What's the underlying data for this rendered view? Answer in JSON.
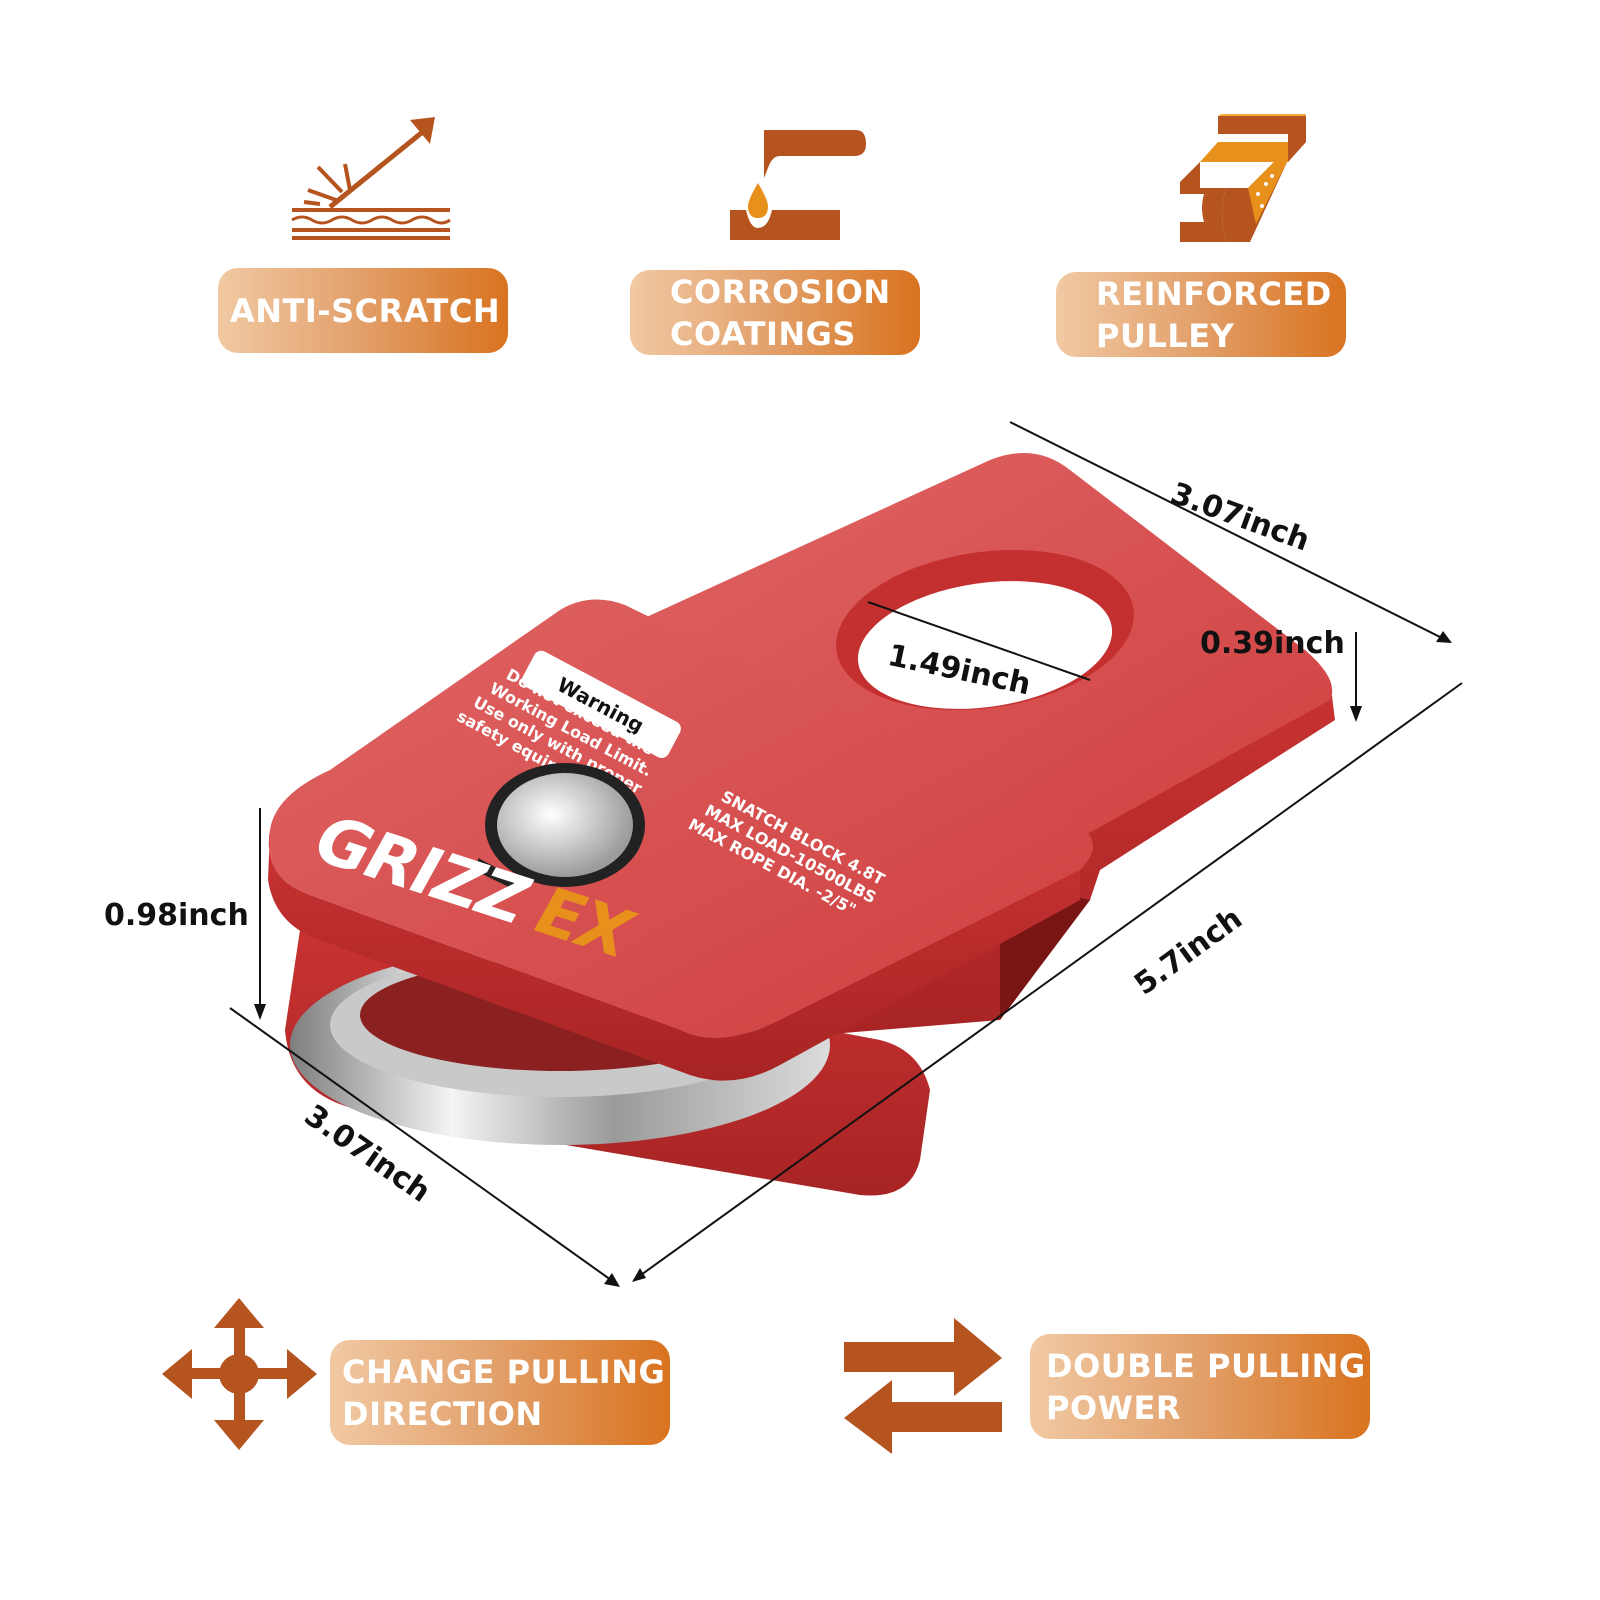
{
  "features_top": [
    {
      "lines": [
        "ANTI-SCRATCH"
      ],
      "icon": "scratch-icon"
    },
    {
      "lines": [
        "CORROSION",
        "COATINGS"
      ],
      "icon": "drop-icon"
    },
    {
      "lines": [
        "REINFORCED",
        "PULLEY"
      ],
      "icon": "i-beam-icon"
    }
  ],
  "features_bottom": [
    {
      "lines": [
        "CHANGE PULLING",
        "DIRECTION"
      ],
      "icon": "four-way-arrow-icon"
    },
    {
      "lines": [
        "DOUBLE PULLING",
        "POWER"
      ],
      "icon": "swap-arrows-icon"
    }
  ],
  "dimensions": {
    "top_width": "3.07inch",
    "hole_diameter": "1.49inch",
    "plate_thickness": "0.39inch",
    "height": "0.98inch",
    "bottom_width": "3.07inch",
    "length": "5.7inch"
  },
  "product": {
    "brand_a": "GRIZZ",
    "brand_b": "EX",
    "warning_title": "Warning",
    "warning_text": [
      "Do not exceed the",
      "Working Load Limit.",
      "Use only with proper",
      "safety equipment."
    ],
    "spec_text": [
      "SNATCH BLOCK 4.8T",
      "MAX LOAD-10500LBS",
      "MAX ROPE DIA. -2/5\""
    ]
  },
  "colors": {
    "icon_brown": "#b5541f",
    "accent_orange": "#e8901c",
    "body_red": "#d64545",
    "pill_start": "#f1c9a3",
    "pill_end": "#d9731f"
  }
}
